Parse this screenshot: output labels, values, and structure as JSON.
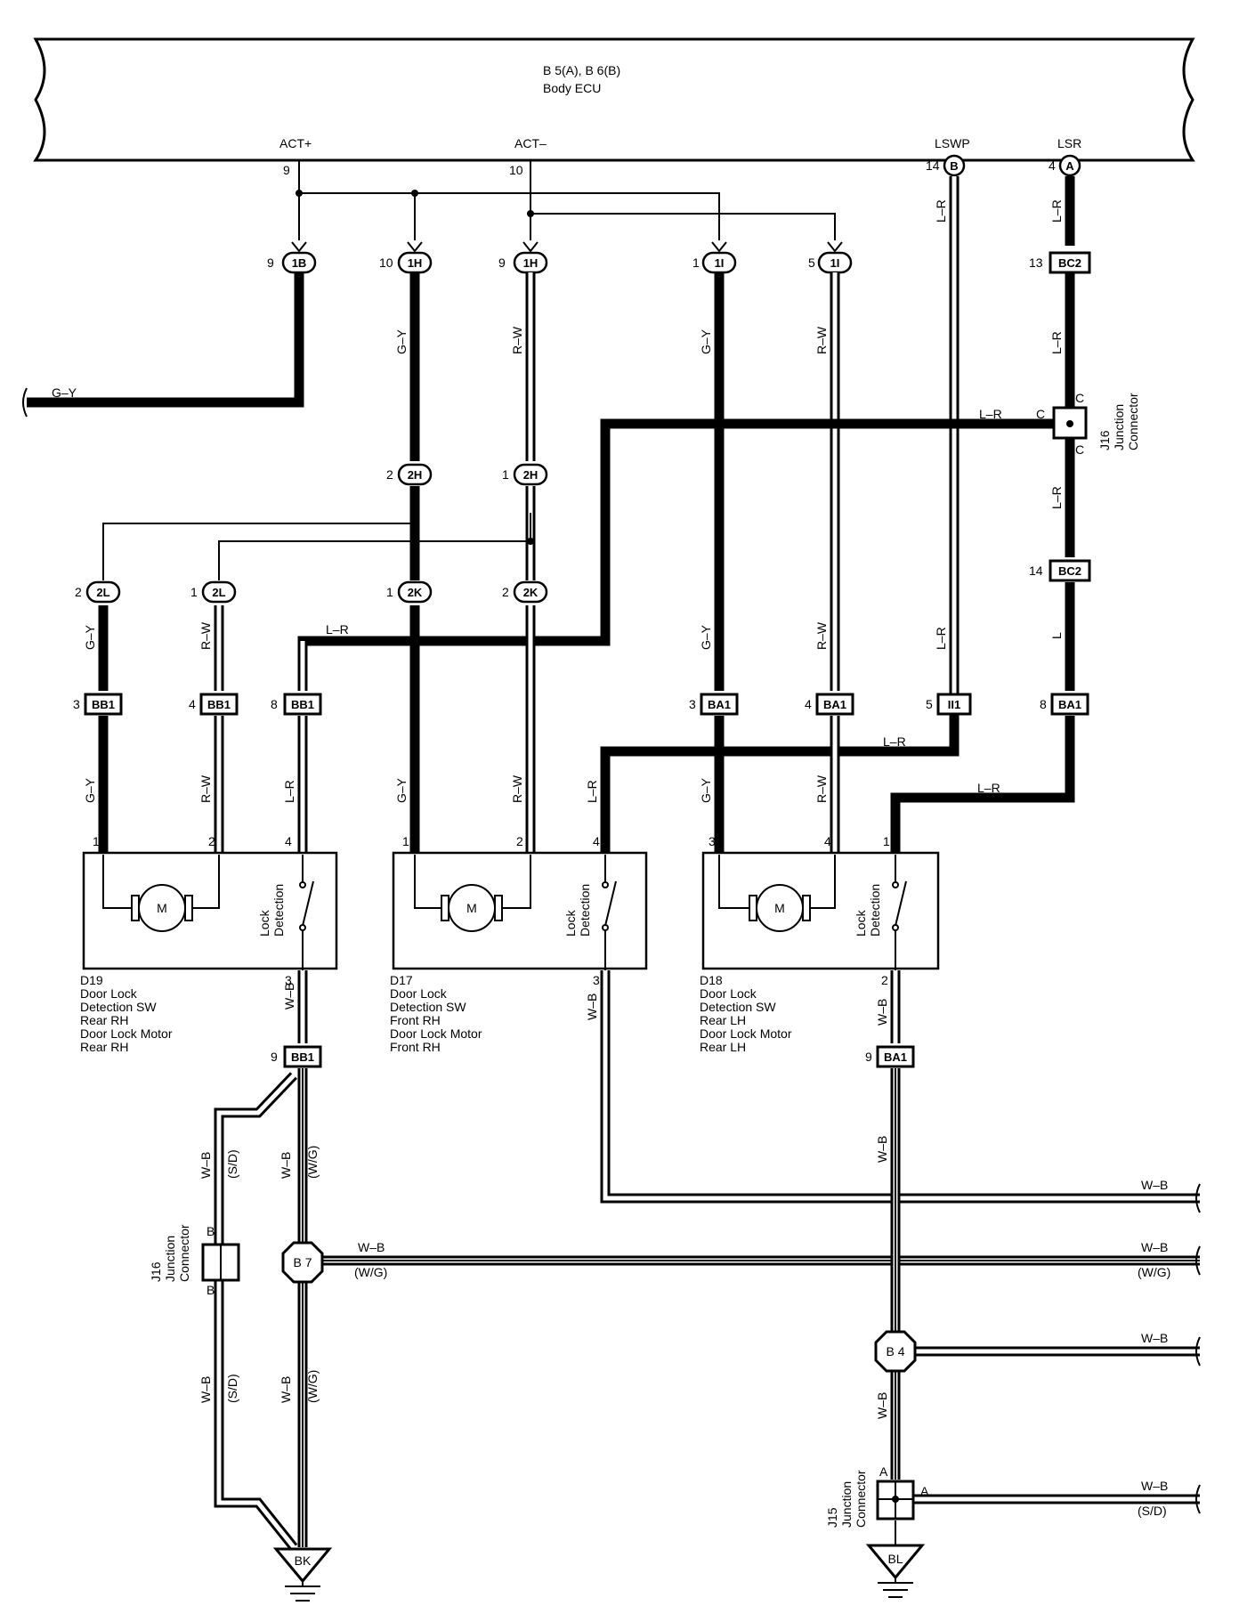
{
  "ecu": {
    "code": "B 5(A), B 6(B)",
    "name": "Body ECU"
  },
  "terminals": {
    "act_plus": "ACT+",
    "act_minus": "ACT–",
    "lswp": "LSWP",
    "lsr": "LSR"
  },
  "pins": {
    "p9": "9",
    "p10": "10",
    "p14": "14",
    "p4": "4",
    "p13": "13",
    "p1": "1",
    "p5": "5",
    "p2": "2",
    "p3": "3",
    "p8": "8"
  },
  "connectors": {
    "c1B": "1B",
    "c1H": "1H",
    "c1I": "1I",
    "c2H": "2H",
    "c2L": "2L",
    "c2K": "2K",
    "cBB1": "BB1",
    "cBA1": "BA1",
    "cII1": "II1",
    "cBC2": "BC2",
    "cA": "A",
    "cB": "B"
  },
  "wires": {
    "gy": "G–Y",
    "rw": "R–W",
    "lr": "L–R",
    "l": "L",
    "wb": "W–B",
    "wg": "(W/G)",
    "sd": "(S/D)"
  },
  "junction": {
    "j16": "J16",
    "j15": "J15",
    "label": "Junction",
    "label2": "Connector",
    "c": "C",
    "b": "B",
    "a": "A"
  },
  "grounds": {
    "b7": "B 7",
    "b4": "B 4",
    "bk": "BK",
    "bl": "BL"
  },
  "switch_label": {
    "line1": "Lock",
    "line2": "Detection"
  },
  "motor": "M",
  "components": [
    {
      "code": "D19",
      "lines": [
        "Door Lock",
        "Detection SW",
        "Rear RH",
        "Door Lock Motor",
        "Rear RH"
      ]
    },
    {
      "code": "D17",
      "lines": [
        "Door Lock",
        "Detection SW",
        "Front RH",
        "Door Lock Motor",
        "Front RH"
      ]
    },
    {
      "code": "D18",
      "lines": [
        "Door Lock",
        "Detection SW",
        "Rear LH",
        "Door Lock Motor",
        "Rear LH"
      ]
    }
  ]
}
